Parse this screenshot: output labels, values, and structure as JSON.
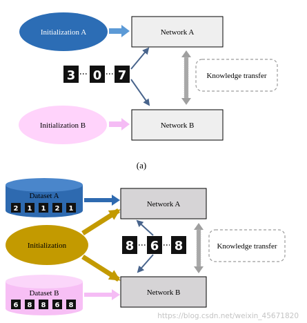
{
  "panel_a": {
    "init_a": "Initialization A",
    "init_b": "Initialization B",
    "net_a": "Network A",
    "net_b": "Network B",
    "digits": [
      "3",
      "0",
      "7"
    ],
    "transfer": "Knowledge transfer",
    "caption": "(a)"
  },
  "panel_b": {
    "dataset_a": "Dataset A",
    "dataset_b": "Dataset B",
    "dataset_a_digits": [
      "2",
      "1",
      "1",
      "2",
      "1"
    ],
    "dataset_b_digits": [
      "6",
      "8",
      "8",
      "6",
      "8"
    ],
    "init": "Initialization",
    "net_a": "Network A",
    "net_b": "Network B",
    "digits": [
      "8",
      "6",
      "8"
    ],
    "transfer": "Knowledge transfer"
  },
  "watermark": "https://blog.csdn.net/weixin_45671820",
  "colors": {
    "blue_ellipse": "#2c6db5",
    "pink_ellipse": "#ffd3fb",
    "gold": "#c39a00",
    "network_box_a": "#efefef",
    "network_box_b": "#d6d4d6",
    "arrow_slate": "#48648c",
    "arrow_blue_light": "#5c9ad6",
    "arrow_pink": "#f5bcf5"
  }
}
